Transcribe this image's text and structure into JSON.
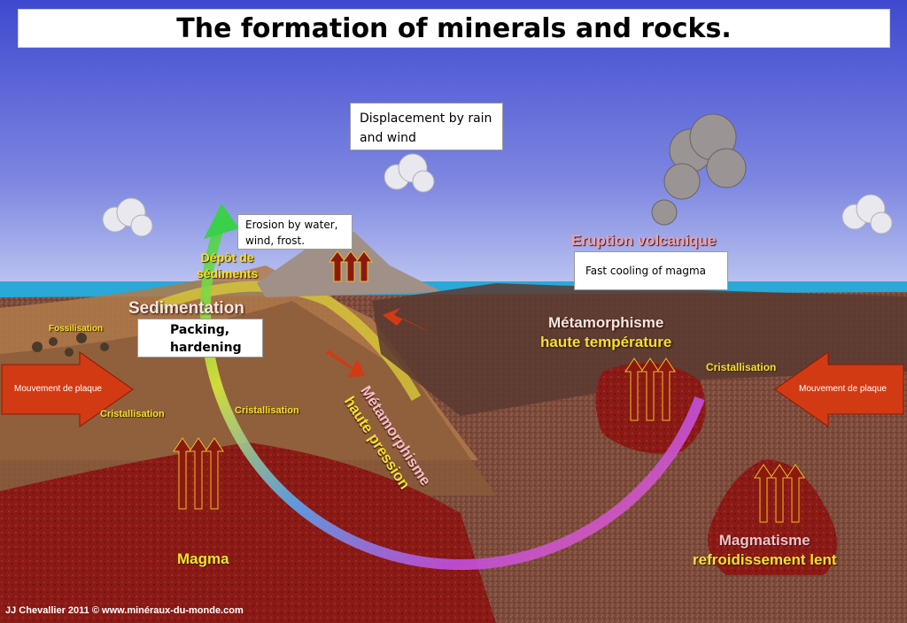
{
  "title": "The formation of minerals and rocks.",
  "callouts": {
    "displacement": "Displacement by rain and wind",
    "erosion": "Erosion by water, wind, frost.",
    "fast_cooling": "Fast cooling of magma",
    "packing": "Packing, hardening"
  },
  "labels": {
    "depot_line1": "Dépôt de",
    "depot_line2": "sédiments",
    "sedimentation": "Sedimentation",
    "eruption": "Eruption volcanique",
    "fossilisation": "Fossilisation",
    "cristallisation_left": "Cristallisation",
    "cristallisation_mid": "Cristallisation",
    "cristallisation_right": "Cristallisation",
    "meta_temp_line1": "Métamorphisme",
    "meta_temp_line2": "haute température",
    "meta_press_line1": "Métamorphisme",
    "meta_press_line2": "haute pression",
    "plate_left": "Mouvement de plaque",
    "plate_right": "Mouvement de plaque",
    "magma": "Magma",
    "magmatisme_line1": "Magmatisme",
    "magmatisme_line2": "refroidissement lent"
  },
  "credit": "JJ Chevallier  2011 ©  www.minéraux-du-monde.com",
  "colors": {
    "sky_top": "#4a55d6",
    "sky_bottom": "#b8c4ef",
    "sea": "#2aa8d8",
    "magma": "#8a1a16",
    "label_yellow": "#f2e22a",
    "arrow_red": "#d23a14"
  }
}
